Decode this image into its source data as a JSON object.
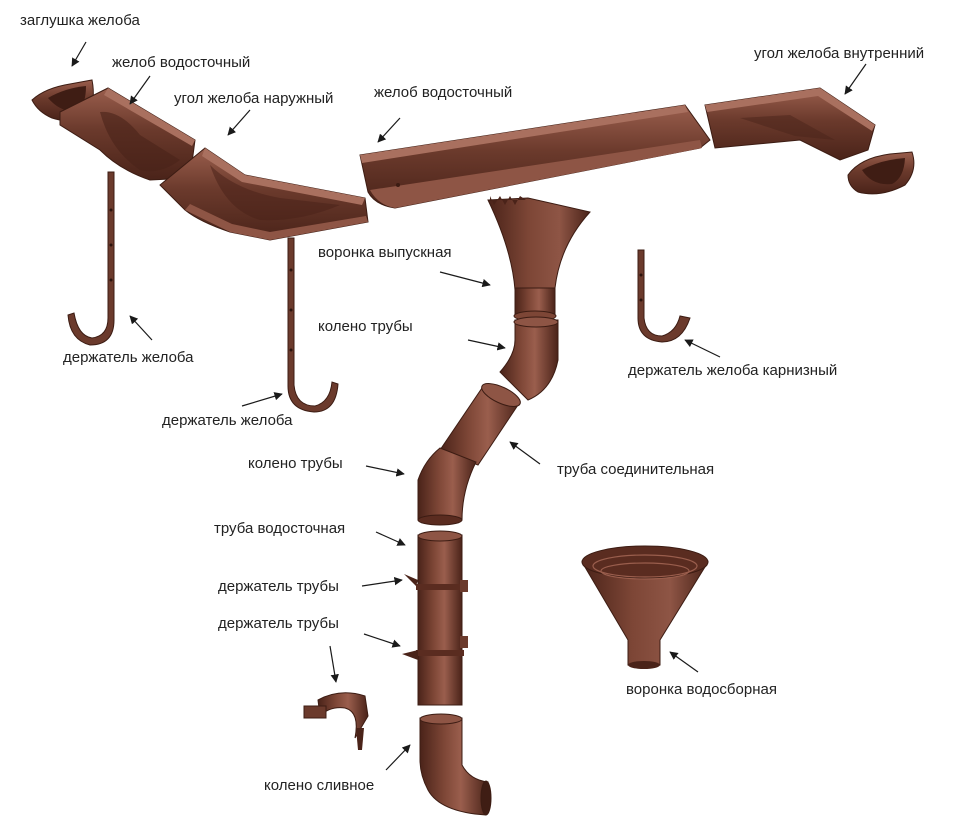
{
  "colors": {
    "metal": "#6b3a2c",
    "metal_dark": "#4a2319",
    "metal_light": "#8e5545",
    "metal_highlight": "#a9705f",
    "label_text": "#222222",
    "arrow": "#1a1a1a"
  },
  "labels": {
    "gutter_cap": "заглушка желоба",
    "gutter_left": "желоб водосточный",
    "outer_corner": "угол желоба наружный",
    "gutter_main": "желоб водосточный",
    "inner_corner": "угол желоба внутренний",
    "outlet_funnel": "воронка выпускная",
    "pipe_elbow_top": "колено трубы",
    "hook_left": "держатель желоба",
    "hook_mid": "держатель желоба",
    "hook_fascia": "держатель желоба карнизный",
    "connector_pipe": "труба соединительная",
    "pipe_elbow_mid": "колено трубы",
    "downpipe": "труба водосточная",
    "pipe_bracket_1": "держатель трубы",
    "pipe_bracket_2": "держатель трубы",
    "collector_funnel": "воронка водосборная",
    "drain_elbow": "колено сливное"
  }
}
